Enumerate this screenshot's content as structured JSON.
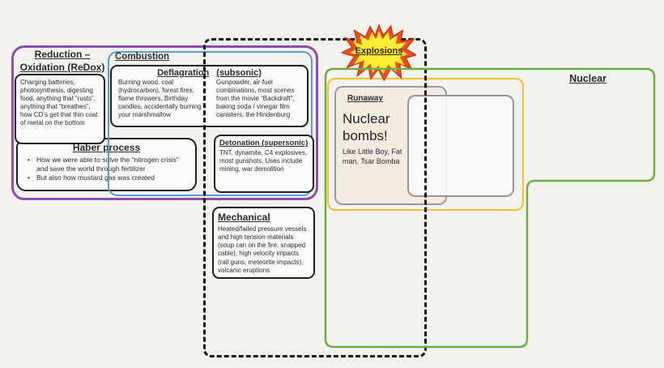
{
  "diagram": {
    "background": "#f3f2ef",
    "text_color": "#2b2b2b"
  },
  "redox": {
    "title_line1": "Reduction –",
    "title_line2": "Oxidation (ReDox)",
    "border_color": "#8a50ab",
    "examples": "Charging batteries, photosynthesis, digesting food, anything that “rusts”, anything that “breathes”, how CD’s get that thin coat of metal on the bottom"
  },
  "haber": {
    "title": "Haber process",
    "bullets": [
      "How we were able to solve the “nitrogen crisis” and save the world through fertilizer",
      "But also how mustard gas was created"
    ]
  },
  "combustion": {
    "title": "Combustion",
    "border_color": "#5b9bd5"
  },
  "deflagration": {
    "title": "Deflagration",
    "title_suffix": "(subsonic)",
    "non_explosive_examples": "Burning wood, coal (hydrocarbon), forest fires, flame throwers, Birthday candles, accidentally burning your marshmallow",
    "explosive_examples": "Gunpowder, air-fuel combinations, most scenes from the movie “Backdraft”, baking soda / vinegar film canisters, the Hindenburg"
  },
  "detonation": {
    "title": "Detonation (supersonic)",
    "examples": "TNT, dynamite, C4 explosives, most gunshots. Uses include mining, war demolition"
  },
  "mechanical": {
    "title": "Mechanical",
    "examples": "Heated/failed pressure vessels and high tension materials (soup can on the fire, snapped cable), high velocity impacts (rail guns, meteorite impacts), volcanic eruptions"
  },
  "explosions": {
    "label": "Explosions",
    "star_fill": "#ffee33",
    "star_stroke": "#ea501f",
    "label_color": "#33220e"
  },
  "nuclear": {
    "title": "Nuclear",
    "border_color": "#70ad47"
  },
  "runaway": {
    "title": "Runaway",
    "heading": "Nuclear bombs!",
    "examples": "Like Little Boy, Fat man, Tsar Bomba",
    "fill": "#f5ece1",
    "border_color": "#999999",
    "outer_border_color": "#f2c12e"
  }
}
